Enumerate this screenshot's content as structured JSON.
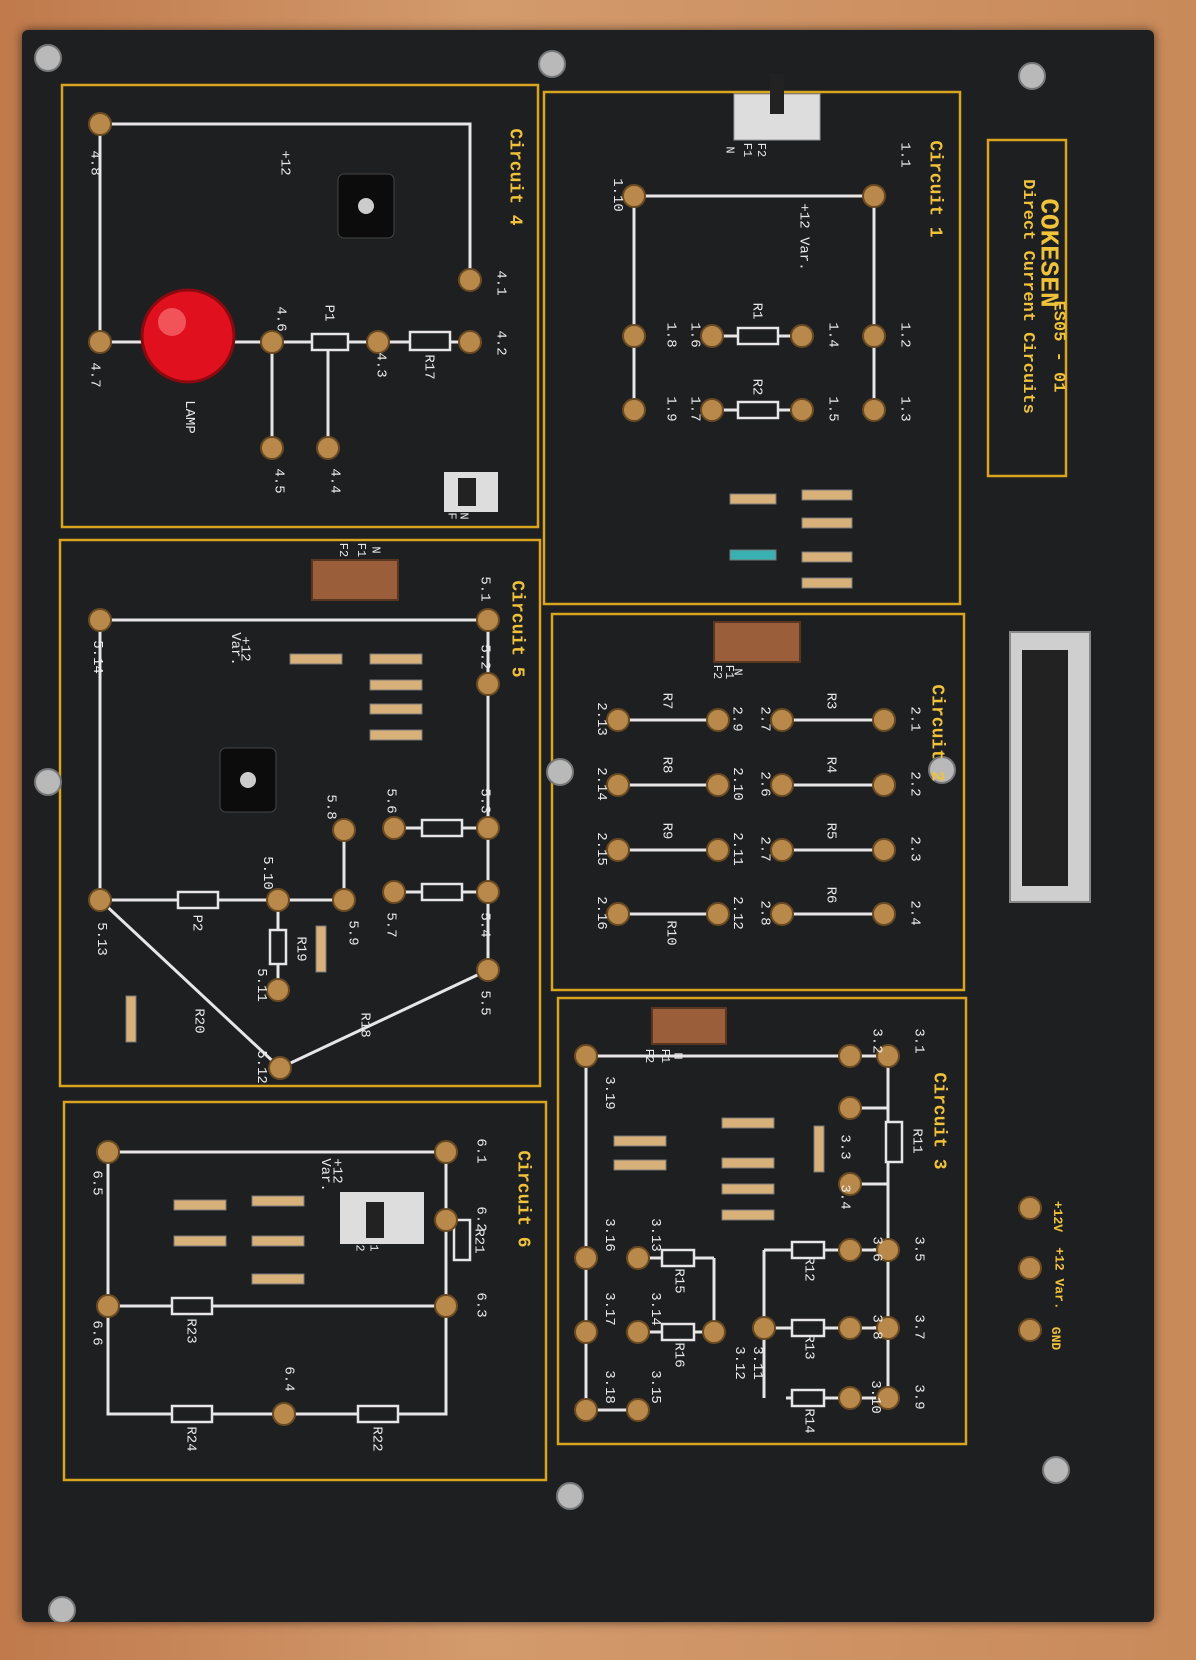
{
  "brand": {
    "name": "COKESEN",
    "model": "ES05 - 01",
    "title": "Direct Current Circuits"
  },
  "circuits": {
    "c1": "Circuit 1",
    "c2": "Circuit 2",
    "c3": "Circuit 3",
    "c4": "Circuit 4",
    "c5": "Circuit 5",
    "c6": "Circuit 6"
  },
  "power": {
    "p12": "+12V",
    "p12var": "+12 Var.",
    "gnd": "GND"
  },
  "supply_labels": {
    "plus12": "+12",
    "plus12var": "+12 Var.",
    "var": "Var."
  },
  "switch_labels": {
    "n": "N",
    "f1": "F1",
    "f2": "F2",
    "f": "F",
    "one": "1",
    "two": "2"
  },
  "components": {
    "r1": "R1",
    "r2": "R2",
    "r3": "R3",
    "r4": "R4",
    "r5": "R5",
    "r6": "R6",
    "r7": "R7",
    "r8": "R8",
    "r9": "R9",
    "r10": "R10",
    "r11": "R11",
    "r12": "R12",
    "r13": "R13",
    "r14": "R14",
    "r15": "R15",
    "r16": "R16",
    "r17": "R17",
    "r18": "R18",
    "r19": "R19",
    "r20": "R20",
    "r21": "R21",
    "r22": "R22",
    "r23": "R23",
    "r24": "R24",
    "p1": "P1",
    "p2": "P2",
    "lamp": "LAMP"
  },
  "terminals": {
    "t1_1": "1.1",
    "t1_2": "1.2",
    "t1_3": "1.3",
    "t1_4": "1.4",
    "t1_5": "1.5",
    "t1_6": "1.6",
    "t1_7": "1.7",
    "t1_8": "1.8",
    "t1_9": "1.9",
    "t1_10": "1.10",
    "t2_1": "2.1",
    "t2_2": "2.2",
    "t2_3": "2.3",
    "t2_4": "2.4",
    "t2_7": "2.7",
    "t2_6": "2.6",
    "t2_7b": "2.7",
    "t2_8": "2.8",
    "t2_9": "2.9",
    "t2_10": "2.10",
    "t2_11": "2.11",
    "t2_12": "2.12",
    "t2_13": "2.13",
    "t2_14": "2.14",
    "t2_15": "2.15",
    "t2_16": "2.16",
    "t3_1": "3.1",
    "t3_2": "3.2",
    "t3_3": "3.3",
    "t3_4": "3.4",
    "t3_5": "3.5",
    "t3_6": "3.6",
    "t3_7": "3.7",
    "t3_8": "3.8",
    "t3_9": "3.9",
    "t3_10": "3.10",
    "t3_11": "3.11",
    "t3_12": "3.12",
    "t3_13": "3.13",
    "t3_14": "3.14",
    "t3_15": "3.15",
    "t3_16": "3.16",
    "t3_17": "3.17",
    "t3_18": "3.18",
    "t3_19": "3.19",
    "t4_1": "4.1",
    "t4_2": "4.2",
    "t4_3": "4.3",
    "t4_4": "4.4",
    "t4_5": "4.5",
    "t4_6": "4.6",
    "t4_7": "4.7",
    "t4_8": "4.8",
    "t5_1": "5.1",
    "t5_2": "5.2",
    "t5_3": "5.3",
    "t5_4": "5.4",
    "t5_5": "5.5",
    "t5_6": "5.6",
    "t5_7": "5.7",
    "t5_8": "5.8",
    "t5_9": "5.9",
    "t5_10": "5.10",
    "t5_11": "5.11",
    "t5_12": "5.12",
    "t5_13": "5.13",
    "t5_14": "5.14",
    "t6_1": "6.1",
    "t6_2": "6.2",
    "t6_3": "6.3",
    "t6_4": "6.4",
    "t6_5": "6.5",
    "t6_6": "6.6"
  },
  "colors": {
    "board": "#1e1f21",
    "trace": "#e6e6e6",
    "accent": "#d9a520",
    "lamp": "#e0101e",
    "copper": "#b8894a"
  }
}
